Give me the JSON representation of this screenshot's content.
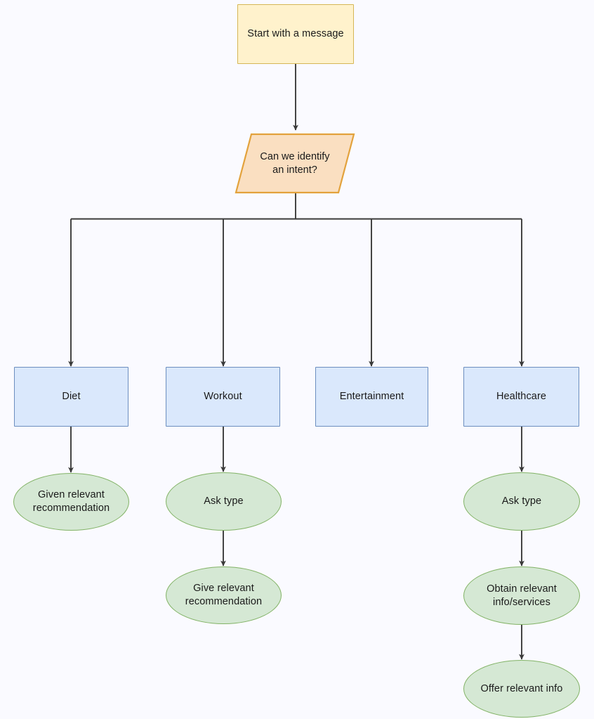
{
  "diagram": {
    "title": "Chatbot intent handling flowchart",
    "background_color": "#fafaff",
    "colors": {
      "start_fill": "#fff2cc",
      "start_stroke": "#d6b656",
      "decision_fill": "#fadfc1",
      "decision_stroke": "#e3a23c",
      "category_fill": "#dae8fc",
      "category_stroke": "#6c8ebf",
      "action_fill": "#d5e8d4",
      "action_stroke": "#82b366",
      "edge_stroke": "#3a3a3a",
      "text": "#1a1a1a"
    },
    "nodes": {
      "start": {
        "label": "Start with a message",
        "shape": "rectangle"
      },
      "decision": {
        "label": "Can we identify\nan intent?",
        "shape": "parallelogram"
      },
      "diet": {
        "label": "Diet",
        "shape": "rectangle"
      },
      "workout": {
        "label": "Workout",
        "shape": "rectangle"
      },
      "entertainment": {
        "label": "Entertainment",
        "shape": "rectangle"
      },
      "healthcare": {
        "label": "Healthcare",
        "shape": "rectangle"
      },
      "diet_recommendation": {
        "label": "Given relevant\nrecommendation",
        "shape": "ellipse"
      },
      "workout_ask_type": {
        "label": "Ask type",
        "shape": "ellipse"
      },
      "workout_recommendation": {
        "label": "Give relevant\nrecommendation",
        "shape": "ellipse"
      },
      "healthcare_ask_type": {
        "label": "Ask type",
        "shape": "ellipse"
      },
      "healthcare_obtain_info": {
        "label": "Obtain relevant\ninfo/services",
        "shape": "ellipse"
      },
      "healthcare_offer_info": {
        "label": "Offer relevant info",
        "shape": "ellipse"
      }
    },
    "edges": [
      {
        "from": "start",
        "to": "decision",
        "arrow": true
      },
      {
        "from": "decision",
        "to": "diet",
        "arrow": true
      },
      {
        "from": "decision",
        "to": "workout",
        "arrow": true
      },
      {
        "from": "decision",
        "to": "entertainment",
        "arrow": true
      },
      {
        "from": "decision",
        "to": "healthcare",
        "arrow": true
      },
      {
        "from": "diet",
        "to": "diet_recommendation",
        "arrow": true
      },
      {
        "from": "workout",
        "to": "workout_ask_type",
        "arrow": true
      },
      {
        "from": "workout_ask_type",
        "to": "workout_recommendation",
        "arrow": true
      },
      {
        "from": "healthcare",
        "to": "healthcare_ask_type",
        "arrow": true
      },
      {
        "from": "healthcare_ask_type",
        "to": "healthcare_obtain_info",
        "arrow": true
      },
      {
        "from": "healthcare_obtain_info",
        "to": "healthcare_offer_info",
        "arrow": true
      }
    ]
  }
}
